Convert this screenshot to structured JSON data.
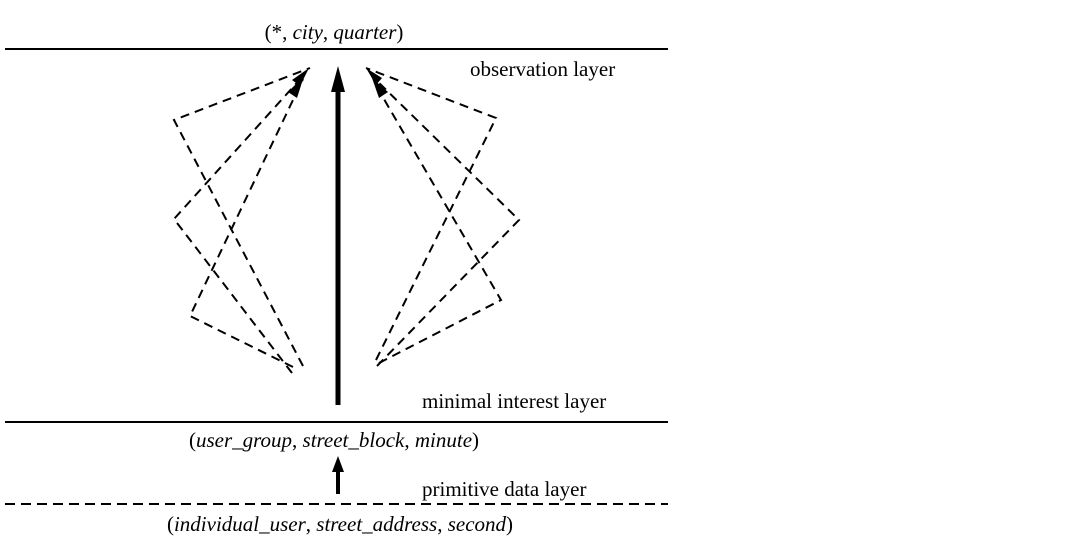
{
  "layers": {
    "observation": "observation layer",
    "minimal_interest": "minimal interest layer",
    "primitive_data": "primitive data layer"
  },
  "tuples": {
    "top": {
      "open": "(",
      "star": "*",
      "sep": ", ",
      "a": "city",
      "b": "quarter",
      "close": ")"
    },
    "mid": {
      "open": "(",
      "a": "user_group",
      "sep": ", ",
      "b": "street_block",
      "c": "minute",
      "close": ")"
    },
    "bot": {
      "open": "(",
      "a": "individual_user",
      "sep": ", ",
      "b": "street_address",
      "c": "second",
      "close": ")"
    }
  }
}
